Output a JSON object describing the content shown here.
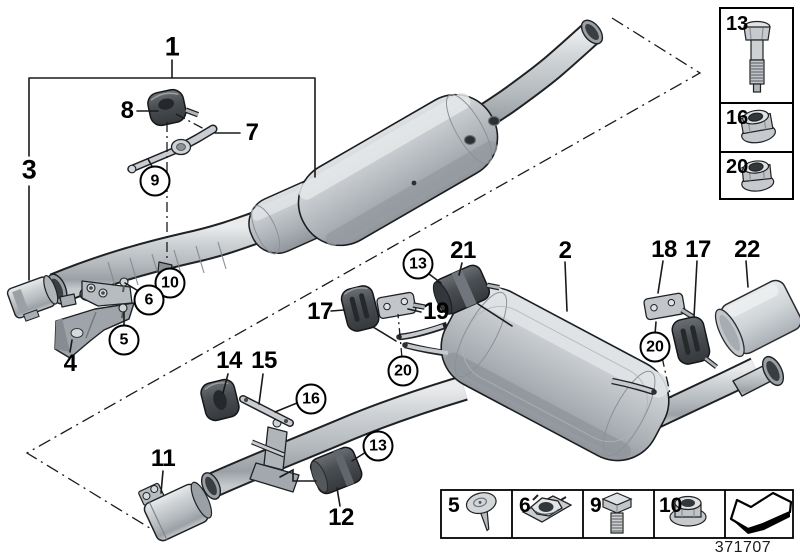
{
  "diagram": {
    "drawing_number": "371707",
    "background_color": "#ffffff",
    "line_color": "#1a1a1a"
  },
  "callouts": {
    "n1": {
      "label": "1"
    },
    "n2": {
      "label": "2"
    },
    "n3": {
      "label": "3"
    },
    "n4": {
      "label": "4"
    },
    "n7": {
      "label": "7"
    },
    "n8": {
      "label": "8"
    },
    "n11": {
      "label": "11"
    },
    "n12": {
      "label": "12"
    },
    "n14": {
      "label": "14"
    },
    "n15": {
      "label": "15"
    },
    "n17a": {
      "label": "17"
    },
    "n17b": {
      "label": "17"
    },
    "n18": {
      "label": "18"
    },
    "n19": {
      "label": "19"
    },
    "n21": {
      "label": "21"
    },
    "n22": {
      "label": "22"
    },
    "c5": {
      "label": "5"
    },
    "c6": {
      "label": "6"
    },
    "c9": {
      "label": "9"
    },
    "c10": {
      "label": "10"
    },
    "c13a": {
      "label": "13"
    },
    "c13b": {
      "label": "13"
    },
    "c16": {
      "label": "16"
    },
    "c20a": {
      "label": "20"
    },
    "c20b": {
      "label": "20"
    }
  },
  "sidebar": {
    "items": [
      {
        "label": "13",
        "icon": "hex-bolt-long-icon"
      },
      {
        "label": "16",
        "icon": "flange-nut-icon"
      },
      {
        "label": "20",
        "icon": "flange-nut-icon"
      }
    ]
  },
  "legend": {
    "cells": [
      {
        "label": "5",
        "icon": "body-clip-screw-icon"
      },
      {
        "label": "6",
        "icon": "cage-nut-icon"
      },
      {
        "label": "9",
        "icon": "hex-bolt-icon"
      },
      {
        "label": "10",
        "icon": "flange-nut-icon"
      },
      {
        "label": "",
        "icon": "direction-arrow-icon"
      }
    ]
  }
}
